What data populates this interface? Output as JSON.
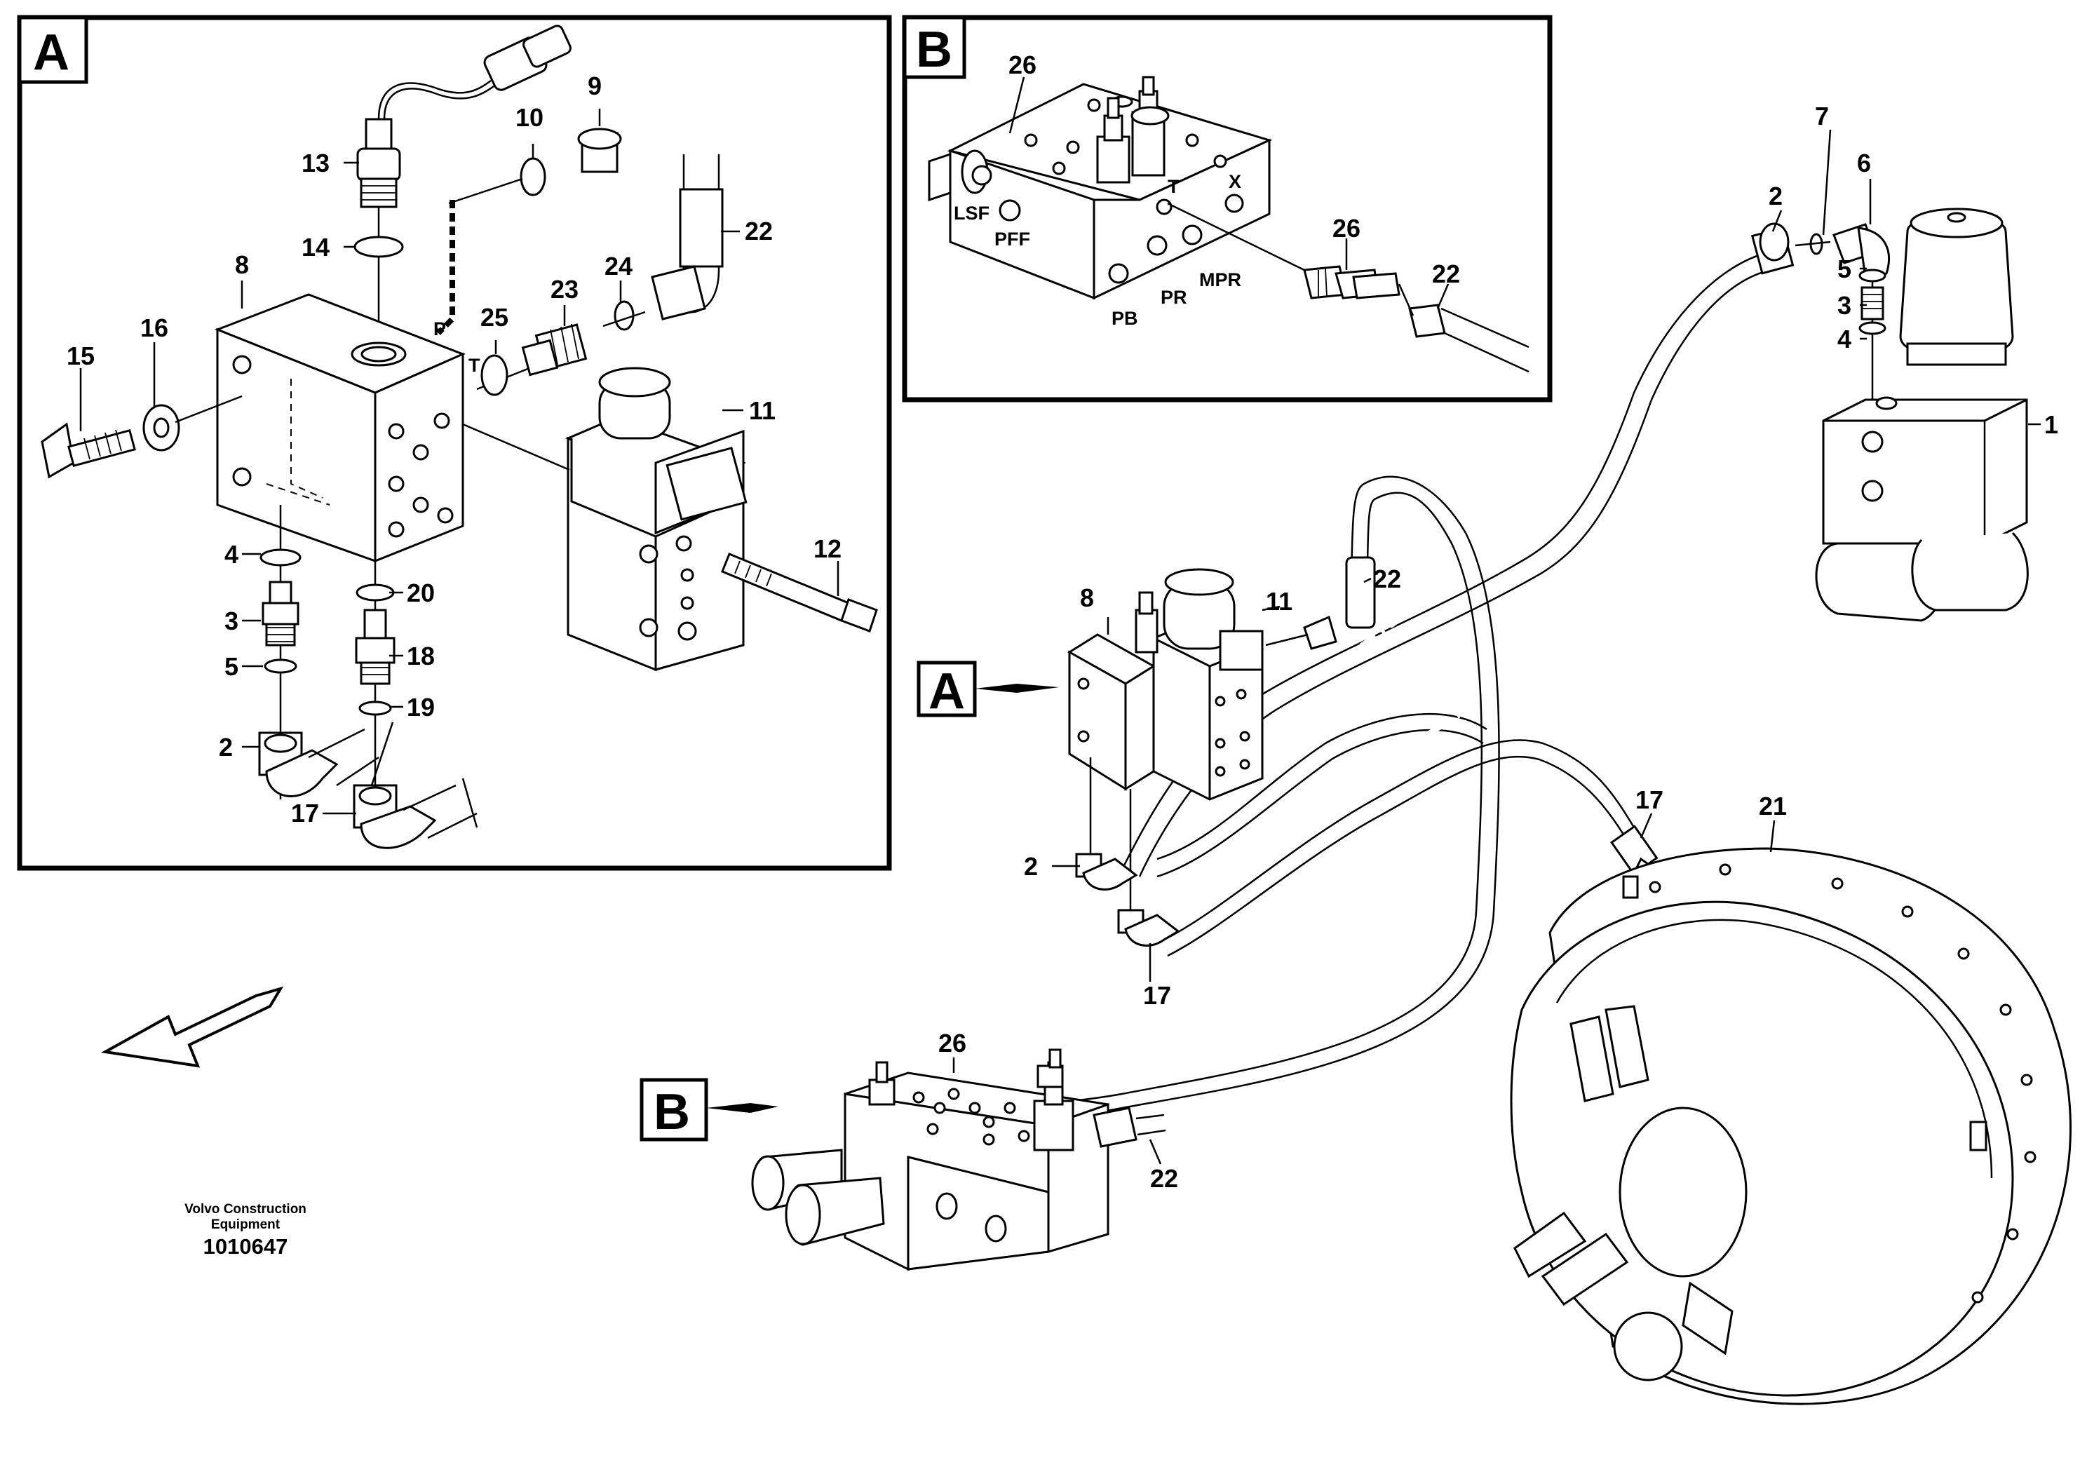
{
  "insets": [
    {
      "letter": "A"
    },
    {
      "letter": "B"
    }
  ],
  "markers": [
    {
      "letter": "A"
    },
    {
      "letter": "B"
    }
  ],
  "inset_a_labels": [
    "9",
    "10",
    "13",
    "14",
    "22",
    "8",
    "24",
    "23",
    "25",
    "15",
    "16",
    "11",
    "12",
    "4",
    "20",
    "3",
    "18",
    "5",
    "19",
    "2",
    "17"
  ],
  "inset_a_ports": [
    "P",
    "T"
  ],
  "inset_b_labels": [
    "26",
    "26",
    "22"
  ],
  "inset_b_ports": [
    "T",
    "X",
    "LSF",
    "PFF",
    "PB",
    "PR",
    "MPR"
  ],
  "main_labels": [
    "7",
    "6",
    "2",
    "5",
    "3",
    "4",
    "1",
    "22",
    "8",
    "11",
    "2",
    "17",
    "17",
    "21",
    "26",
    "22"
  ],
  "footer": {
    "company_line1": "Volvo Construction",
    "company_line2": "Equipment",
    "drawing_number": "1010647"
  }
}
